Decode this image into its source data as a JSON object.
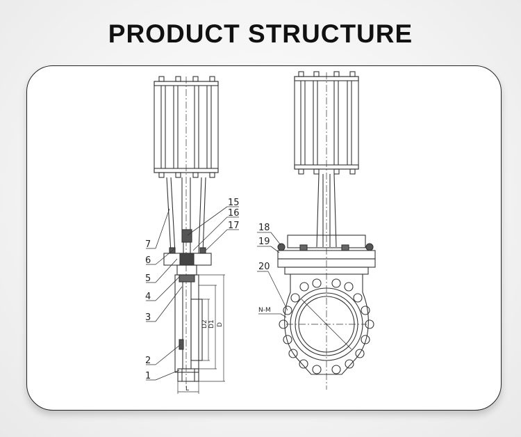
{
  "title": "PRODUCT STRUCTURE",
  "side_view": {
    "callouts": [
      "7",
      "6",
      "5",
      "4",
      "3",
      "2",
      "1",
      "15",
      "16",
      "17"
    ],
    "dimensions": [
      "D2",
      "D1",
      "D",
      "L"
    ]
  },
  "front_view": {
    "callouts": [
      "18",
      "19",
      "20"
    ],
    "flange_label": "N-M"
  }
}
